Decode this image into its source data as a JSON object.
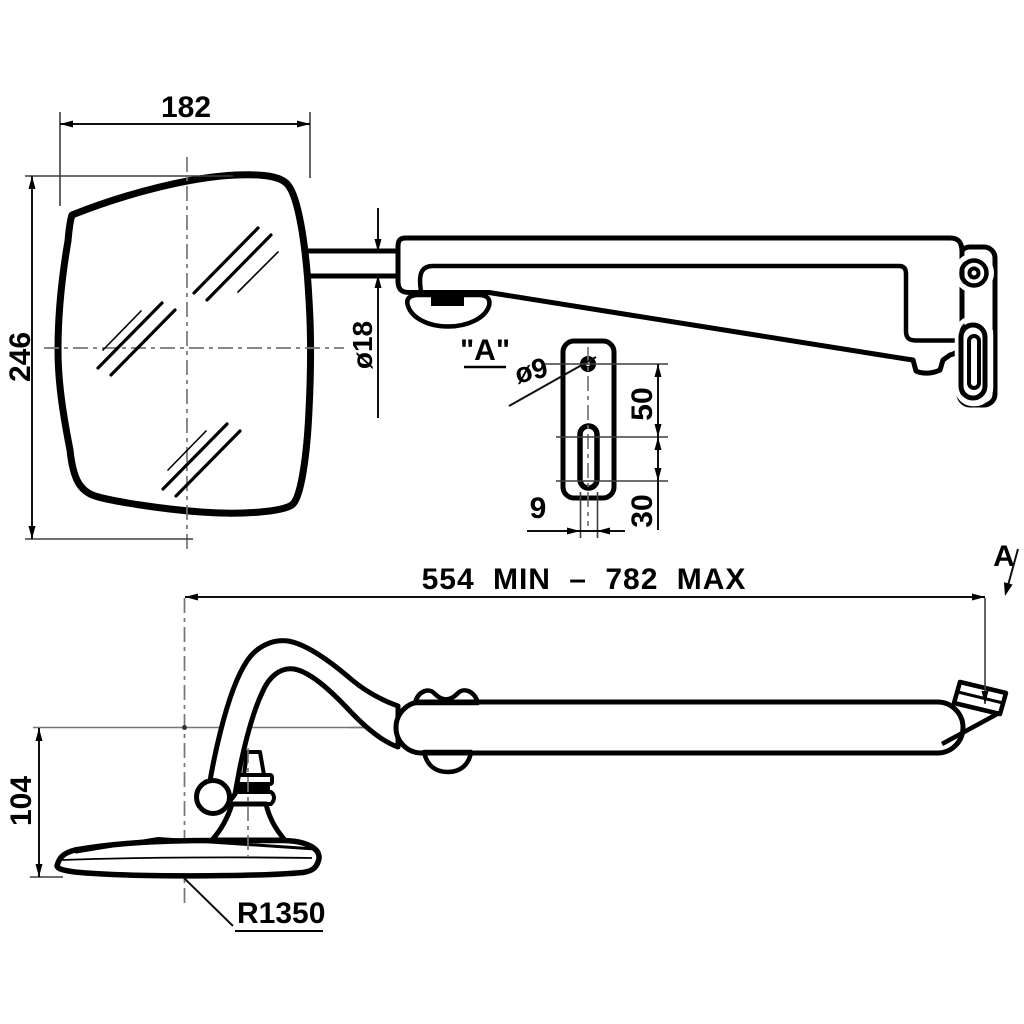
{
  "drawing": {
    "type": "technical-drawing",
    "subject": "exterior-mirror-assembly",
    "colors": {
      "background": "#ffffff",
      "line": "#000000",
      "extension_line": "#3d3d3d",
      "centerline": "#757575"
    },
    "labels": {
      "mirror_width": "182",
      "mirror_height": "246",
      "stem_diameter": "ø18",
      "detail_ref": "\"A\"",
      "hole_diameter": "ø9",
      "hole_to_slot_distance": "50",
      "slot_length": "30",
      "slot_width": "9",
      "arm_length_range": "554 MIN – 782 MAX",
      "head_depth": "104",
      "glass_radius": "R1350",
      "section_arrow": "A"
    }
  }
}
